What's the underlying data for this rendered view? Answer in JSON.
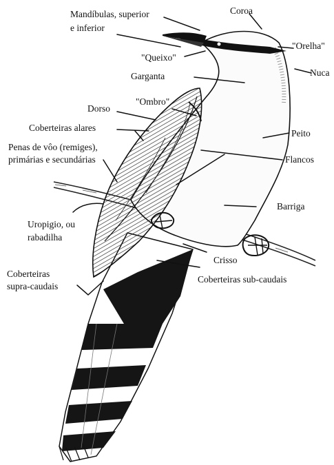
{
  "diagram": {
    "labels": {
      "mandibulas_line1": "Mandíbulas, superior",
      "mandibulas_line2": "e inferior",
      "coroa": "Coroa",
      "orelha": "\"Orelha\"",
      "nuca": "Nuca",
      "queixo": "\"Queixo\"",
      "garganta": "Garganta",
      "ombro": "\"Ombro\"",
      "dorso": "Dorso",
      "coberteiras_alares": "Coberteiras alares",
      "peito": "Peito",
      "penas_line1": "Penas de vôo (remiges),",
      "penas_line2": "primárias e secundárias",
      "flancos": "Flancos",
      "barriga": "Barriga",
      "uropigio_line1": "Uropigio, ou",
      "uropigio_line2": "rabadilha",
      "crisso": "Crisso",
      "coberteiras_sub": "Coberteiras sub-caudais",
      "coberteiras_supra_line1": "Coberteiras",
      "coberteiras_supra_line2": "supra-caudais"
    }
  }
}
